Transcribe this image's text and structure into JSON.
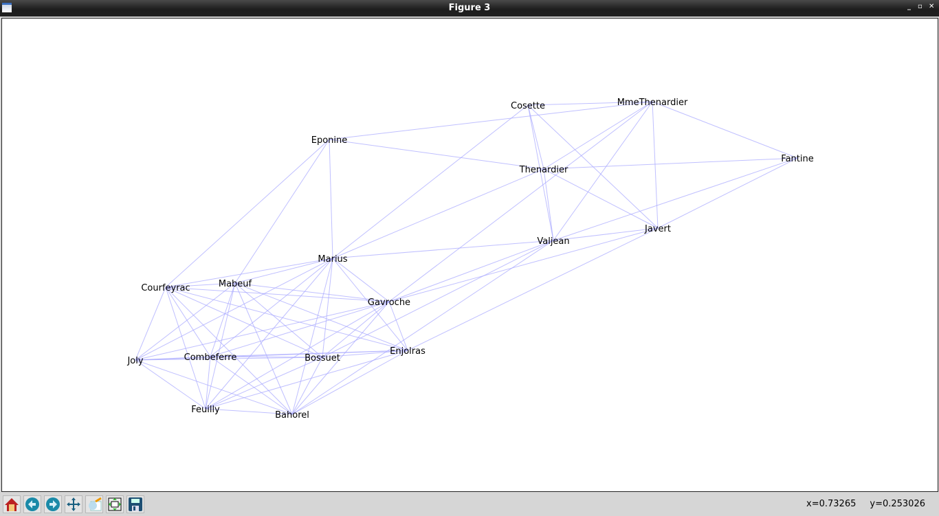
{
  "window": {
    "title": "Figure 3"
  },
  "toolbar": {
    "buttons": [
      "home",
      "back",
      "forward",
      "pan",
      "zoom",
      "configure-subplots",
      "save"
    ]
  },
  "status": {
    "x": "x=0.73265",
    "y": "y=0.253026"
  },
  "graph": {
    "edge_color": "#aaaaff",
    "nodes": [
      "Cosette",
      "MmeThenardier",
      "Eponine",
      "Fantine",
      "Thenardier",
      "Javert",
      "Valjean",
      "Marius",
      "Courfeyrac",
      "Mabeuf",
      "Gavroche",
      "Enjolras",
      "Joly",
      "Combeferre",
      "Bossuet",
      "Feuilly",
      "Bahorel"
    ],
    "edges": [
      [
        "Cosette",
        "MmeThenardier"
      ],
      [
        "Cosette",
        "Thenardier"
      ],
      [
        "Cosette",
        "Valjean"
      ],
      [
        "Cosette",
        "Javert"
      ],
      [
        "Cosette",
        "Marius"
      ],
      [
        "MmeThenardier",
        "Thenardier"
      ],
      [
        "MmeThenardier",
        "Fantine"
      ],
      [
        "MmeThenardier",
        "Javert"
      ],
      [
        "MmeThenardier",
        "Valjean"
      ],
      [
        "MmeThenardier",
        "Eponine"
      ],
      [
        "MmeThenardier",
        "Gavroche"
      ],
      [
        "Eponine",
        "Thenardier"
      ],
      [
        "Eponine",
        "Marius"
      ],
      [
        "Eponine",
        "Courfeyrac"
      ],
      [
        "Eponine",
        "Mabeuf"
      ],
      [
        "Thenardier",
        "Fantine"
      ],
      [
        "Thenardier",
        "Javert"
      ],
      [
        "Thenardier",
        "Valjean"
      ],
      [
        "Thenardier",
        "Marius"
      ],
      [
        "Fantine",
        "Valjean"
      ],
      [
        "Fantine",
        "Javert"
      ],
      [
        "Javert",
        "Valjean"
      ],
      [
        "Javert",
        "Gavroche"
      ],
      [
        "Javert",
        "Enjolras"
      ],
      [
        "Valjean",
        "Marius"
      ],
      [
        "Valjean",
        "Gavroche"
      ],
      [
        "Valjean",
        "Bossuet"
      ],
      [
        "Valjean",
        "Bahorel"
      ],
      [
        "Marius",
        "Courfeyrac"
      ],
      [
        "Marius",
        "Mabeuf"
      ],
      [
        "Marius",
        "Gavroche"
      ],
      [
        "Marius",
        "Enjolras"
      ],
      [
        "Marius",
        "Joly"
      ],
      [
        "Marius",
        "Combeferre"
      ],
      [
        "Marius",
        "Bossuet"
      ],
      [
        "Marius",
        "Feuilly"
      ],
      [
        "Marius",
        "Bahorel"
      ],
      [
        "Courfeyrac",
        "Mabeuf"
      ],
      [
        "Courfeyrac",
        "Gavroche"
      ],
      [
        "Courfeyrac",
        "Enjolras"
      ],
      [
        "Courfeyrac",
        "Joly"
      ],
      [
        "Courfeyrac",
        "Combeferre"
      ],
      [
        "Courfeyrac",
        "Bossuet"
      ],
      [
        "Courfeyrac",
        "Feuilly"
      ],
      [
        "Courfeyrac",
        "Bahorel"
      ],
      [
        "Mabeuf",
        "Gavroche"
      ],
      [
        "Mabeuf",
        "Enjolras"
      ],
      [
        "Mabeuf",
        "Joly"
      ],
      [
        "Mabeuf",
        "Combeferre"
      ],
      [
        "Mabeuf",
        "Bossuet"
      ],
      [
        "Mabeuf",
        "Feuilly"
      ],
      [
        "Mabeuf",
        "Bahorel"
      ],
      [
        "Gavroche",
        "Enjolras"
      ],
      [
        "Gavroche",
        "Joly"
      ],
      [
        "Gavroche",
        "Combeferre"
      ],
      [
        "Gavroche",
        "Bossuet"
      ],
      [
        "Gavroche",
        "Feuilly"
      ],
      [
        "Gavroche",
        "Bahorel"
      ],
      [
        "Enjolras",
        "Joly"
      ],
      [
        "Enjolras",
        "Combeferre"
      ],
      [
        "Enjolras",
        "Bossuet"
      ],
      [
        "Enjolras",
        "Feuilly"
      ],
      [
        "Enjolras",
        "Bahorel"
      ],
      [
        "Joly",
        "Combeferre"
      ],
      [
        "Joly",
        "Bossuet"
      ],
      [
        "Joly",
        "Feuilly"
      ],
      [
        "Joly",
        "Bahorel"
      ],
      [
        "Combeferre",
        "Bossuet"
      ],
      [
        "Combeferre",
        "Feuilly"
      ],
      [
        "Combeferre",
        "Bahorel"
      ],
      [
        "Bossuet",
        "Feuilly"
      ],
      [
        "Bossuet",
        "Bahorel"
      ],
      [
        "Feuilly",
        "Bahorel"
      ]
    ]
  }
}
